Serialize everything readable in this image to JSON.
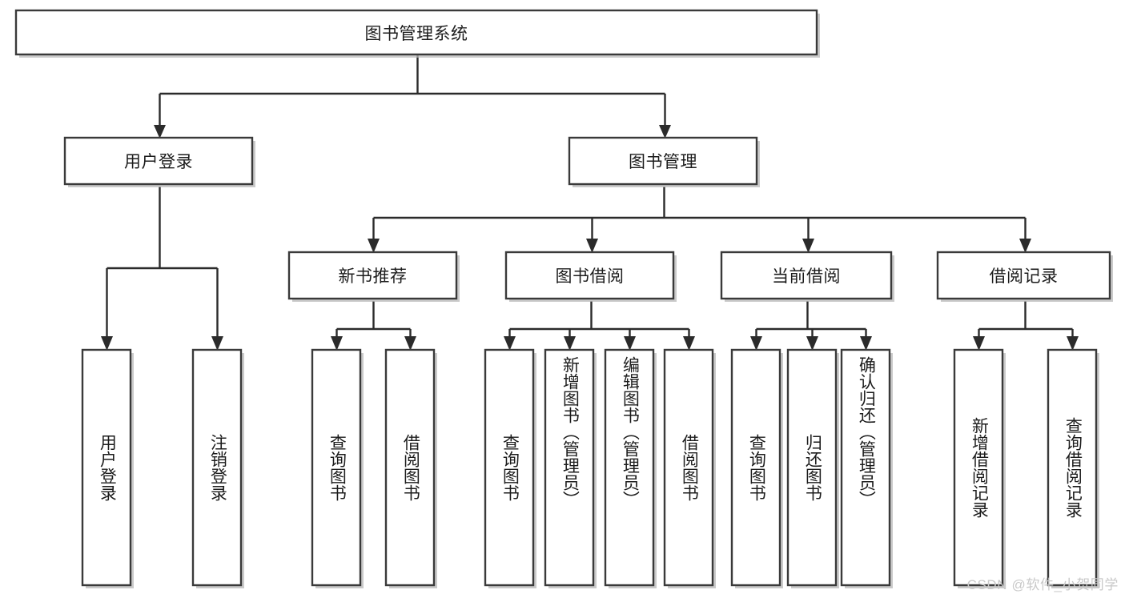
{
  "diagram": {
    "type": "tree-hierarchy-chart",
    "orientation": "top-down",
    "root": {
      "id": "root",
      "label": "图书管理系统",
      "orientation": "horizontal"
    },
    "level2": [
      {
        "id": "user-login",
        "label": "用户登录",
        "orientation": "horizontal"
      },
      {
        "id": "book-management",
        "label": "图书管理",
        "orientation": "horizontal"
      }
    ],
    "level3": [
      {
        "id": "new-book-recommend",
        "label": "新书推荐",
        "orientation": "horizontal",
        "parent": "book-management"
      },
      {
        "id": "book-borrow",
        "label": "图书借阅",
        "orientation": "horizontal",
        "parent": "book-management"
      },
      {
        "id": "current-borrow",
        "label": "当前借阅",
        "orientation": "horizontal",
        "parent": "book-management"
      },
      {
        "id": "borrow-record",
        "label": "借阅记录",
        "orientation": "horizontal",
        "parent": "book-management"
      }
    ],
    "leaves": [
      {
        "id": "leaf-user-login",
        "label": "用户登录",
        "parent": "user-login",
        "orientation": "vertical"
      },
      {
        "id": "leaf-logout-login",
        "label": "注销登录",
        "parent": "user-login",
        "orientation": "vertical"
      },
      {
        "id": "leaf-query-book-1",
        "label": "查询图书",
        "parent": "new-book-recommend",
        "orientation": "vertical"
      },
      {
        "id": "leaf-borrow-book-1",
        "label": "借阅图书",
        "parent": "new-book-recommend",
        "orientation": "vertical"
      },
      {
        "id": "leaf-query-book-2",
        "label": "查询图书",
        "parent": "book-borrow",
        "orientation": "vertical"
      },
      {
        "id": "leaf-add-book",
        "label": "新增图书（管理员）",
        "parent": "book-borrow",
        "orientation": "vertical"
      },
      {
        "id": "leaf-edit-book",
        "label": "编辑图书（管理员）",
        "parent": "book-borrow",
        "orientation": "vertical"
      },
      {
        "id": "leaf-borrow-book-2",
        "label": "借阅图书",
        "parent": "book-borrow",
        "orientation": "vertical"
      },
      {
        "id": "leaf-query-book-3",
        "label": "查询图书",
        "parent": "current-borrow",
        "orientation": "vertical"
      },
      {
        "id": "leaf-return-book",
        "label": "归还图书",
        "parent": "current-borrow",
        "orientation": "vertical"
      },
      {
        "id": "leaf-confirm-return",
        "label": "确认归还（管理员）",
        "parent": "current-borrow",
        "orientation": "vertical"
      },
      {
        "id": "leaf-add-record",
        "label": "新增借阅记录",
        "parent": "borrow-record",
        "orientation": "vertical"
      },
      {
        "id": "leaf-query-record",
        "label": "查询借阅记录",
        "parent": "borrow-record",
        "orientation": "vertical"
      }
    ]
  },
  "watermark": {
    "text": "CSDN @软件_小贺同学"
  },
  "colors": {
    "background": "#ffffff",
    "box_fill": "#ffffff",
    "box_stroke": "#3a3a3a",
    "connector": "#2b2b2b",
    "text": "#1c1c1c",
    "watermark": "#c9c9c9"
  }
}
